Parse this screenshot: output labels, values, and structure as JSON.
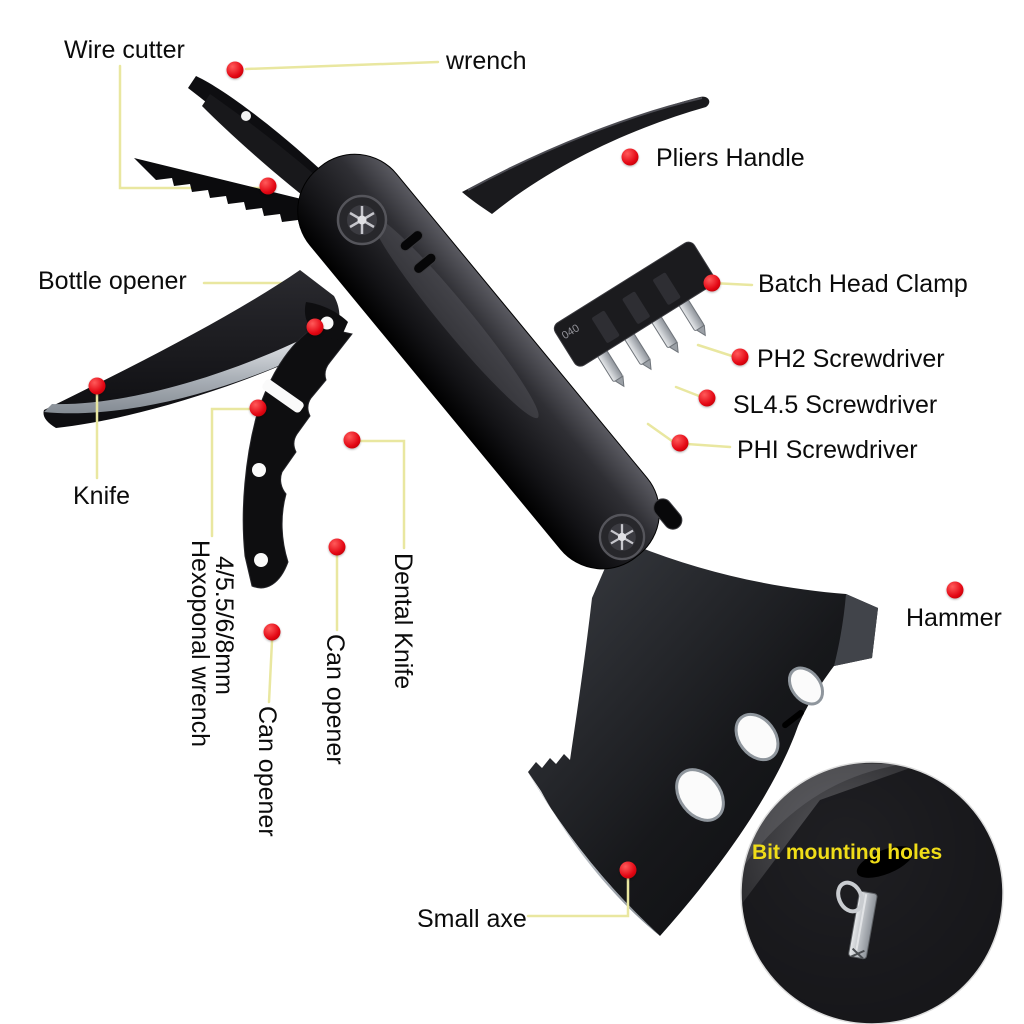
{
  "labels": {
    "wire_cutter": "Wire cutter",
    "wrench": "wrench",
    "pliers_handle": "Pliers Handle",
    "bottle_opener": "Bottle opener",
    "batch_head_clamp": "Batch Head Clamp",
    "ph2_screwdriver": "PH2 Screwdriver",
    "sl45_screwdriver": "SL4.5 Screwdriver",
    "phi_screwdriver": "PHI Screwdriver",
    "knife": "Knife",
    "hammer": "Hammer",
    "hex_wrench": "Hexoponal wrench",
    "hex_wrench_sizes": "4/5.5/6/8mm",
    "can_opener_1": "Can opener",
    "can_opener_2": "Can opener",
    "dental_knife": "Dental Knife",
    "small_axe": "Small axe",
    "clamp_engraving": "040"
  },
  "inset": {
    "caption": "Bit mounting holes"
  },
  "colors": {
    "marker": "#e30613",
    "leader_line": "#e9e7a0",
    "label_text": "#0b0b0b",
    "inset_caption": "#f0dd18",
    "tool_black": "#131316",
    "blade_silver": "#c7ccd1"
  }
}
